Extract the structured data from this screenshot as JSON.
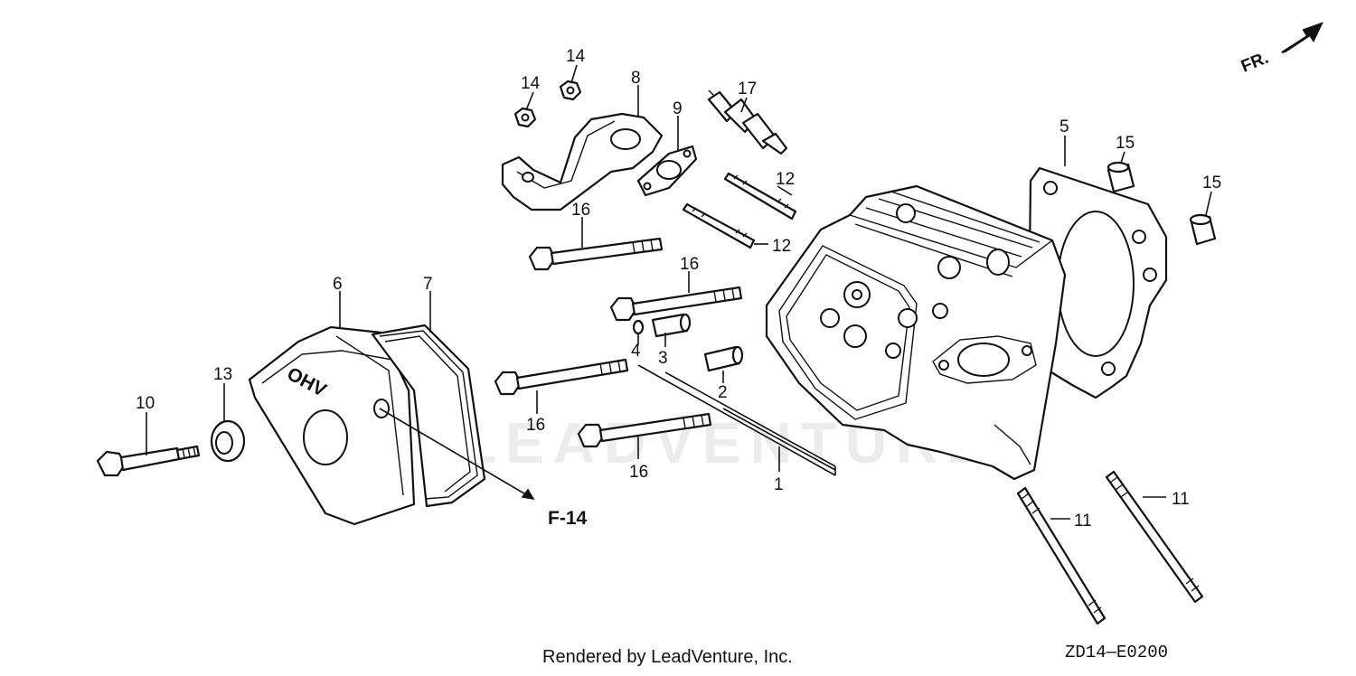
{
  "watermark": "LEADVENTURE",
  "direction_label": "FR.",
  "reference_label": "F-14",
  "cover_embossing": "OHV",
  "callouts": {
    "p1": "1",
    "p2": "2",
    "p3": "3",
    "p4": "4",
    "p5": "5",
    "p6": "6",
    "p7": "7",
    "p8": "8",
    "p9": "9",
    "p10": "10",
    "p11a": "11",
    "p11b": "11",
    "p12a": "12",
    "p12b": "12",
    "p13": "13",
    "p14a": "14",
    "p14b": "14",
    "p15a": "15",
    "p15b": "15",
    "p16a": "16",
    "p16b": "16",
    "p16c": "16",
    "p16d": "16",
    "p17": "17"
  },
  "footer": {
    "credit": "Rendered by LeadVenture, Inc.",
    "diagram_code": "ZD14—E0200"
  }
}
